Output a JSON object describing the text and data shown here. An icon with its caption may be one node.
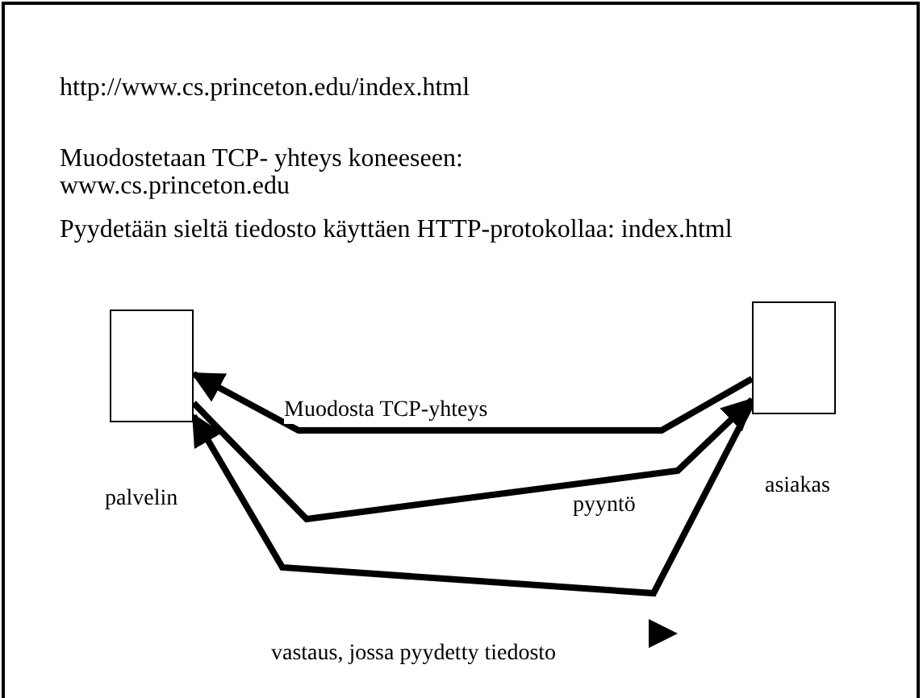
{
  "diagram": {
    "nodes": [
      {
        "text": [],
        "shape": "box",
        "beside": [
          "palvelin"
        ]
      },
      {
        "text": [],
        "shape": "box",
        "beside": [
          "asiakas"
        ]
      }
    ],
    "edges": [
      {
        "from": 1,
        "to": 0,
        "arrow": "to",
        "label": "Muodosta TCP-yhteys"
      },
      {
        "from": 0,
        "to": 1,
        "arrow": "to",
        "label": "pyyntö"
      },
      {
        "from": 1,
        "to": 0,
        "arrow": "to",
        "label": "vastaus, jossa pyydetty tiedosto"
      }
    ],
    "labels": [
      "http://www.cs.princeton.edu/index.html",
      "Muodostetaan TCP- yhteys koneeseen: www.cs.princeton.edu",
      "Pyydetään sieltä tiedosto käyttäen HTTP-protokollaa: index.html"
    ]
  }
}
